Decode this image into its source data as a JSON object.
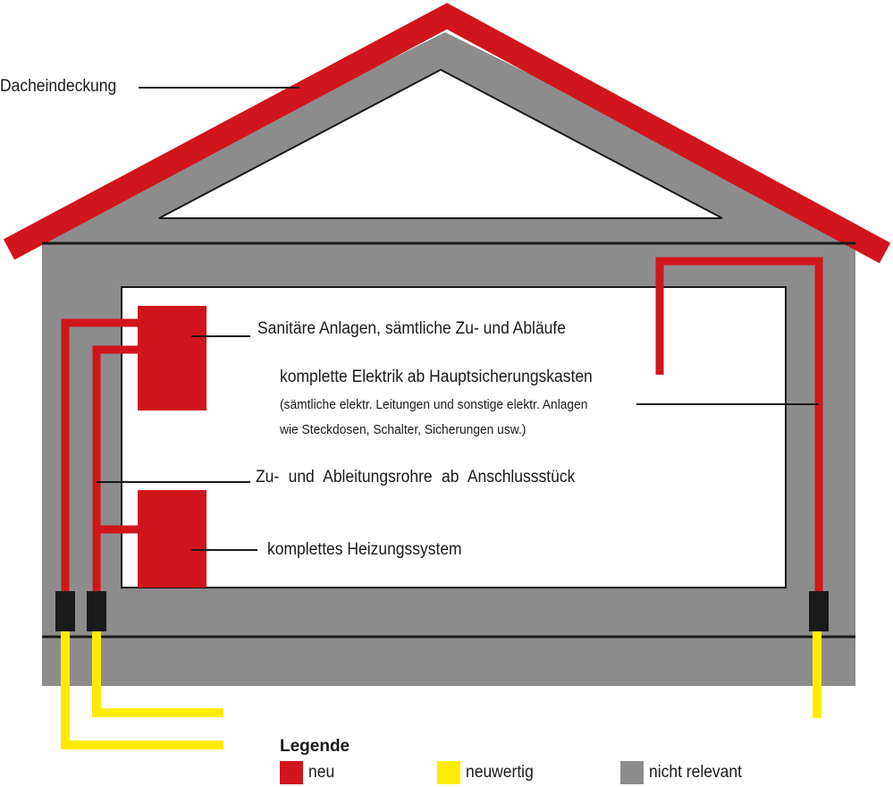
{
  "labels": {
    "roof": "Dacheindeckung",
    "sanitary": "Sanitäre Anlagen, sämtliche Zu- und Abläufe",
    "electric_title": "komplette Elektrik ab Hauptsicherungskasten",
    "electric_detail_1": "(sämtliche elektr. Leitungen und sonstige elektr. Anlagen",
    "electric_detail_2": "wie Steckdosen, Schalter, Sicherungen usw.)",
    "pipes": "Zu- und Ableitungsrohre ab Anschlussstück",
    "heating": "komplettes Heizungssystem"
  },
  "legend": {
    "title": "Legende",
    "items": [
      {
        "label": "neu",
        "color": "#d0161c"
      },
      {
        "label": "neuwertig",
        "color": "#ffec00"
      },
      {
        "label": "nicht relevant",
        "color": "#8c8c8c"
      }
    ]
  },
  "colors": {
    "new": "#d0161c",
    "like_new": "#ffec00",
    "not_relevant": "#8c8c8c",
    "connector": "#1a1a1a"
  }
}
